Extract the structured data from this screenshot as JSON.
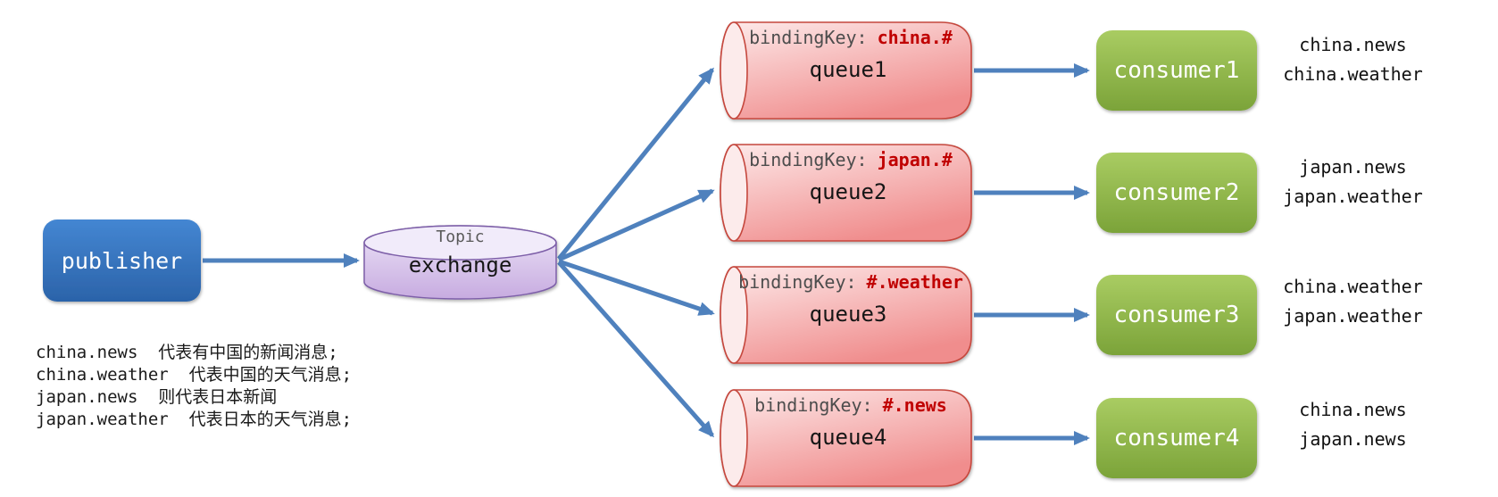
{
  "diagram": {
    "publisher": {
      "label": "publisher"
    },
    "exchange": {
      "type_label": "Topic",
      "name": "exchange"
    },
    "binding_key_prefix": "bindingKey:",
    "queues": [
      {
        "name": "queue1",
        "binding_key": "china.#"
      },
      {
        "name": "queue2",
        "binding_key": "japan.#"
      },
      {
        "name": "queue3",
        "binding_key": "#.weather"
      },
      {
        "name": "queue4",
        "binding_key": "#.news"
      }
    ],
    "consumers": [
      {
        "name": "consumer1",
        "received": [
          "china.news",
          "china.weather"
        ]
      },
      {
        "name": "consumer2",
        "received": [
          "japan.news",
          "japan.weather"
        ]
      },
      {
        "name": "consumer3",
        "received": [
          "china.weather",
          "japan.weather"
        ]
      },
      {
        "name": "consumer4",
        "received": [
          "china.news",
          "japan.news"
        ]
      }
    ],
    "notes": [
      "china.news  代表有中国的新闻消息;",
      "china.weather  代表中国的天气消息;",
      "japan.news  则代表日本新闻",
      "japan.weather  代表日本的天气消息;"
    ],
    "colors": {
      "arrow_blue": "#4f81bd",
      "publisher_blue": "#3a76c4",
      "consumer_green": "#8fb54a",
      "queue_pink": "#f7a9a9",
      "queue_border_red": "#c5473d",
      "exchange_purple": "#cdb3e5",
      "exchange_border": "#7d5fa8",
      "binding_key_red": "#c00000",
      "muted_gray": "#595959"
    }
  }
}
